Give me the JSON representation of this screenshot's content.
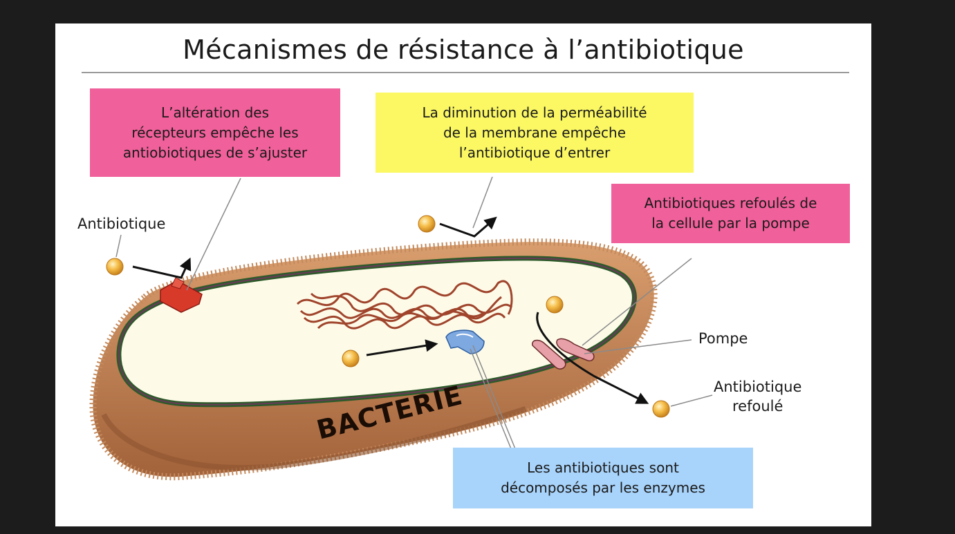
{
  "title": "Mécanismes de résistance à l’antibiotique",
  "callouts": {
    "receptor": "L’altération des\nrécepteurs  empêche les\nantiobiotiques de s’ajuster",
    "permeability": "La diminution de la perméabilité\nde la membrane empêche\nl’antibiotique d’entrer",
    "pump": "Antibiotiques refoulés de\nla cellule par la pompe",
    "enzymes": "Les antibiotiques sont\ndécomposés par les enzymes"
  },
  "labels": {
    "antibiotic": "Antibiotique",
    "pump": "Pompe",
    "expelled": "Antibiotique\nrefoulé",
    "bacteria": "BACTERIE"
  },
  "colors": {
    "pink": "#f0609a",
    "yellow": "#fbf864",
    "blue": "#a8d3fa",
    "cell_wall": "#b5754a",
    "cytoplasm": "#fdfbe8",
    "dna": "#a0442c",
    "antibiotic": "#f0a532",
    "receptor": "#d83a2a",
    "enzyme": "#7ea8e0",
    "pump": "#e8a0a8"
  }
}
